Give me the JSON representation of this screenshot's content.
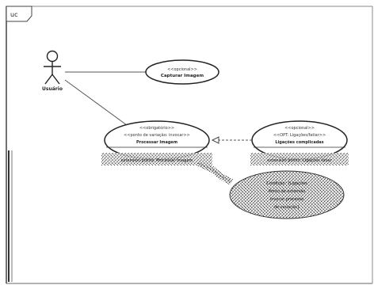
{
  "frame": {
    "label": "uc"
  },
  "actor": {
    "name": "Usuário"
  },
  "use_cases": {
    "capture": {
      "stereotype": "<<opcional>>",
      "name": "Capturar Imagem"
    },
    "main": {
      "stereotype": "<<obrigatório>>",
      "name": "<<ponto de variação: invocar>>",
      "subtitle": "Processar Imagem"
    },
    "opt": {
      "stereotype": "<<opcional>>",
      "name": "<<OPT: Ligações/fatiar>>",
      "subtitle": "Ligações complicadas"
    }
  },
  "notes": {
    "opt_ext": "extension points: Ligações fatiar",
    "main_ext": "extension points: Processar Imagem",
    "note_lines": [
      "Condição: {Ligações",
      "Ponto de extensão",
      "invocar processo",
      "de variação}"
    ]
  }
}
